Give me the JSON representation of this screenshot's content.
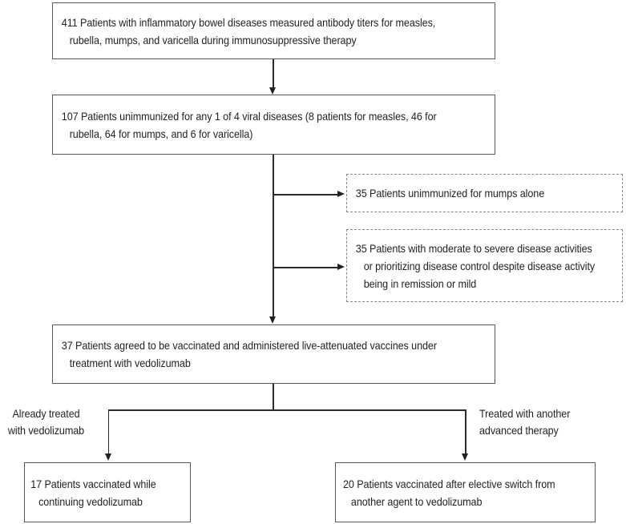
{
  "flow": {
    "colors": {
      "background": "#ffffff",
      "text": "#231f20",
      "box_border": "#58595b",
      "dashed_border": "#85878a",
      "arrow": "#231f20"
    },
    "boxes": {
      "screened": {
        "lines": [
          "411 Patients with inflammatory bowel diseases measured antibody titers for measles,",
          "rubella, mumps, and varicella during immunosuppressive therapy"
        ]
      },
      "unimmunized": {
        "lines": [
          "107 Patients unimmunized for any 1 of 4 viral diseases (8 patients for measles, 46 for",
          "rubella, 64 for mumps, and 6 for varicella)"
        ]
      },
      "excluded_mumps_alone": {
        "lines": [
          "35 Patients unimmunized for mumps alone"
        ]
      },
      "excluded_disease_activity": {
        "lines": [
          "35 Patients with moderate to severe disease activities",
          "or prioritizing disease control despite disease activity",
          "being in remission or mild"
        ]
      },
      "agreed_vaccinated": {
        "lines": [
          "37 Patients agreed to be vaccinated and administered live-attenuated vaccines under",
          "treatment with vedolizumab"
        ]
      },
      "continuing_vedolizumab": {
        "lines": [
          "17 Patients vaccinated while",
          "continuing vedolizumab"
        ]
      },
      "switched_to_vedolizumab": {
        "lines": [
          "20 Patients vaccinated after elective switch from",
          "another agent to vedolizumab"
        ]
      }
    },
    "branch_labels": {
      "left": {
        "lines": [
          "Already treated",
          "with vedolizumab"
        ]
      },
      "right": {
        "lines": [
          "Treated with another",
          "advanced therapy"
        ]
      }
    }
  }
}
